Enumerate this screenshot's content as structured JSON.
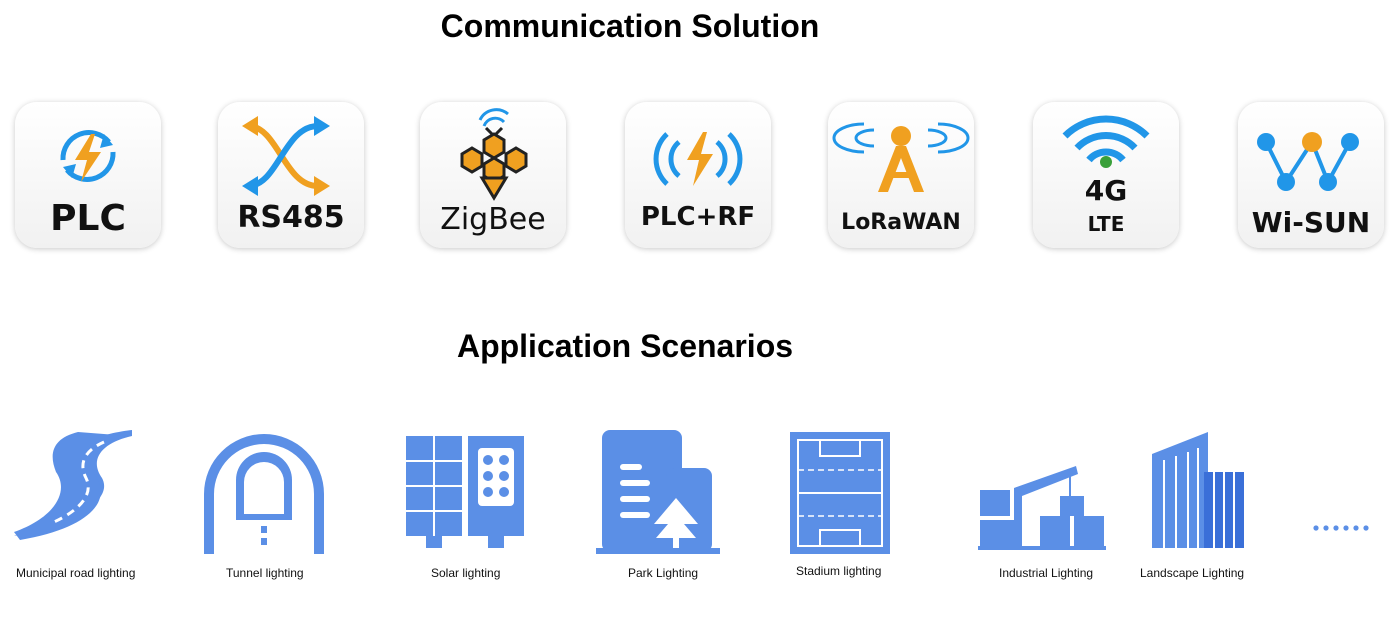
{
  "communication": {
    "title": "Communication Solution",
    "items": [
      {
        "label": "PLC",
        "icon": "plc-power-cycle-icon"
      },
      {
        "label": "RS485",
        "icon": "crossed-arrows-icon"
      },
      {
        "label": "ZigBee",
        "icon": "bee-icon"
      },
      {
        "label": "PLC+RF",
        "icon": "wireless-bolt-icon"
      },
      {
        "label": "LoRaWAN",
        "icon": "antenna-tower-icon"
      },
      {
        "label": "4G",
        "sublabel": "LTE",
        "icon": "wifi-signal-icon"
      },
      {
        "label": "Wi-SUN",
        "icon": "mesh-network-icon"
      }
    ]
  },
  "applications": {
    "title": "Application Scenarios",
    "items": [
      {
        "label": "Municipal road lighting",
        "icon": "road-icon"
      },
      {
        "label": "Tunnel lighting",
        "icon": "tunnel-icon"
      },
      {
        "label": "Solar lighting",
        "icon": "solar-panel-icon"
      },
      {
        "label": "Park Lighting",
        "icon": "park-building-icon"
      },
      {
        "label": "Stadium lighting",
        "icon": "stadium-field-icon"
      },
      {
        "label": "Industrial Lighting",
        "icon": "crane-industrial-icon"
      },
      {
        "label": "Landscape Lighting",
        "icon": "skyline-building-icon"
      }
    ],
    "more_label": "......"
  },
  "colors": {
    "orange": "#f0a020",
    "blue": "#2196e8",
    "scene_blue": "#5b8fe6",
    "dark": "#222222"
  }
}
